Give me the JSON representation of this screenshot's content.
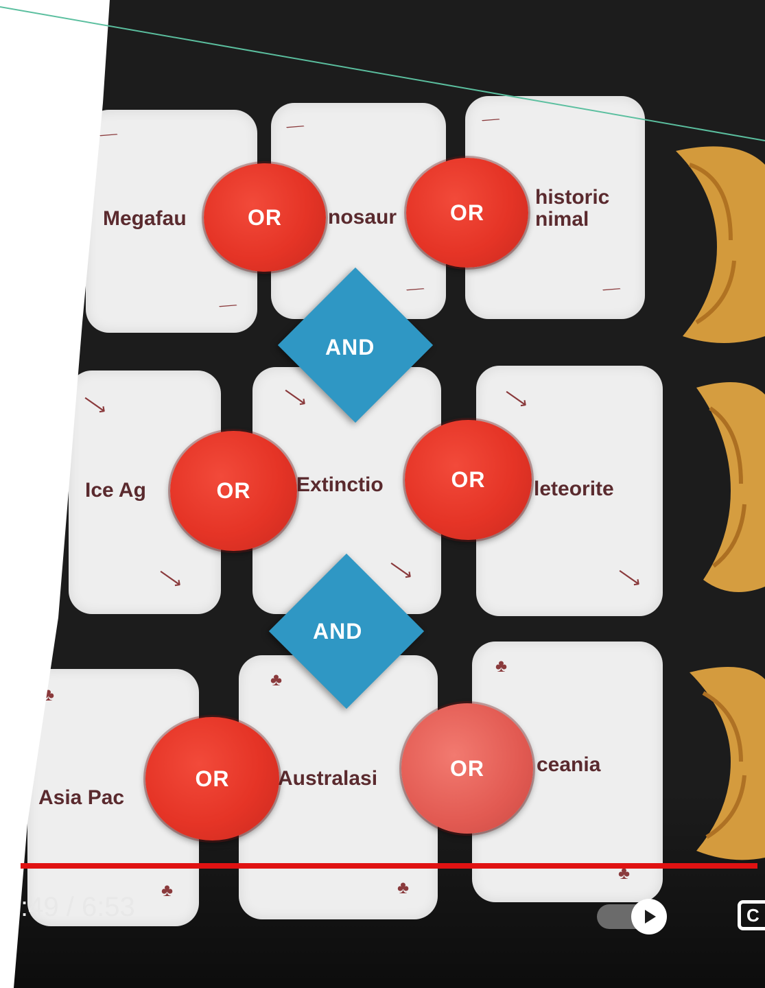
{
  "video": {
    "time_display": ":49 / 6:53",
    "progress": 0.99
  },
  "cards": [
    {
      "label": "Megafau",
      "suit": "bone"
    },
    {
      "label": "nosaur",
      "suit": "bone"
    },
    {
      "label": "historic\nnimal",
      "suit": "bone"
    },
    {
      "label": "Ice Ag",
      "suit": "meteor"
    },
    {
      "label": "Extinctio",
      "suit": "meteor"
    },
    {
      "label": "leteorite",
      "suit": "meteor"
    },
    {
      "label": "Asia Pac",
      "suit": "australia"
    },
    {
      "label": "Australasi",
      "suit": "australia"
    },
    {
      "label": "ceania",
      "suit": "australia"
    }
  ],
  "chips": {
    "or_label": "OR",
    "and_label": "AND"
  },
  "controls": {
    "autoplay_icon": "play-icon",
    "captions_label": "C"
  },
  "colors": {
    "board": "#1a1a1a",
    "card": "#eeeeee",
    "or_chip": "#e53426",
    "and_tile": "#2f97c4",
    "progress": "#e01212",
    "annotation_line": "#5bbf9f"
  }
}
